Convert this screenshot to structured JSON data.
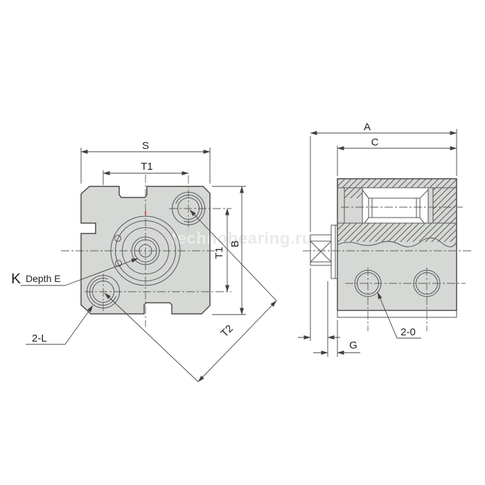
{
  "drawing": {
    "title_hint": "two-view technical drawing of compact cylinder block",
    "watermark": "technobearing.ru",
    "front_view": {
      "dim_width": "S",
      "dim_hole_spacing_h": "T1",
      "dim_hole_spacing_v": "T1",
      "dim_height": "B",
      "dim_diagonal": "T2",
      "counterbore_letter": "K",
      "counterbore_depth": "Depth E",
      "thru_holes_label": "2-L"
    },
    "side_view": {
      "dim_total_length": "A",
      "dim_body_length": "C",
      "dim_rod_clearance": "G",
      "ports_label": "2-0"
    },
    "colors": {
      "body_fill": "#d6d8d5",
      "outline": "#4a4b48",
      "dim_line": "#3f403e",
      "watermark": "#e9ebe8",
      "centerline_accent_red": "#c23327"
    }
  }
}
